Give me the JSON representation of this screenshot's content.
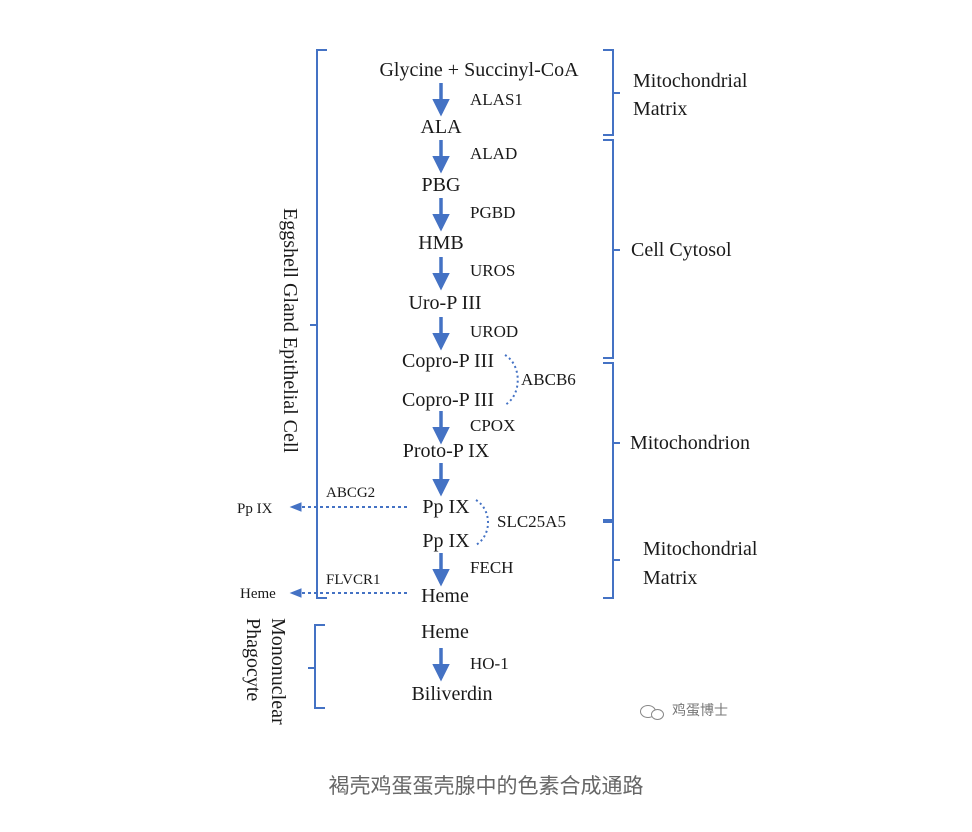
{
  "pathway": {
    "nodes": {
      "glycine": "Glycine + Succinyl-CoA",
      "ala": "ALA",
      "pbg": "PBG",
      "hmb": "HMB",
      "uro": "Uro-P III",
      "copro1": "Copro-P III",
      "copro2": "Copro-P III",
      "proto": "Proto-P IX",
      "ppix1": "Pp IX",
      "ppix2": "Pp IX",
      "heme1": "Heme",
      "heme2": "Heme",
      "biliverdin": "Biliverdin"
    },
    "enzymes": {
      "alas1": "ALAS1",
      "alad": "ALAD",
      "pgbd": "PGBD",
      "uros": "UROS",
      "urod": "UROD",
      "abcb6": "ABCB6",
      "cpox": "CPOX",
      "slc25a5": "SLC25A5",
      "fech": "FECH",
      "ho1": "HO-1",
      "abcg2": "ABCG2",
      "flvcr1": "FLVCR1"
    },
    "exports": {
      "ppix": "Pp IX",
      "heme": "Heme"
    }
  },
  "compartments": {
    "matrix_top_1": "Mitochondrial",
    "matrix_top_2": "Matrix",
    "cytosol": "Cell Cytosol",
    "mitochondrion": "Mitochondrion",
    "matrix_bottom_1": "Mitochondrial",
    "matrix_bottom_2": "Matrix",
    "eggshell_cell": "Eggshell Gland Epithelial Cell",
    "phagocyte_1": "Mononuclear",
    "phagocyte_2": "Phagocyte"
  },
  "colors": {
    "arrow": "#4472c4",
    "bracket": "#4472c4",
    "text": "#1a1a1a",
    "caption": "#666666"
  },
  "watermark": "鸡蛋博士",
  "caption": "褐壳鸡蛋蛋壳腺中的色素合成通路"
}
